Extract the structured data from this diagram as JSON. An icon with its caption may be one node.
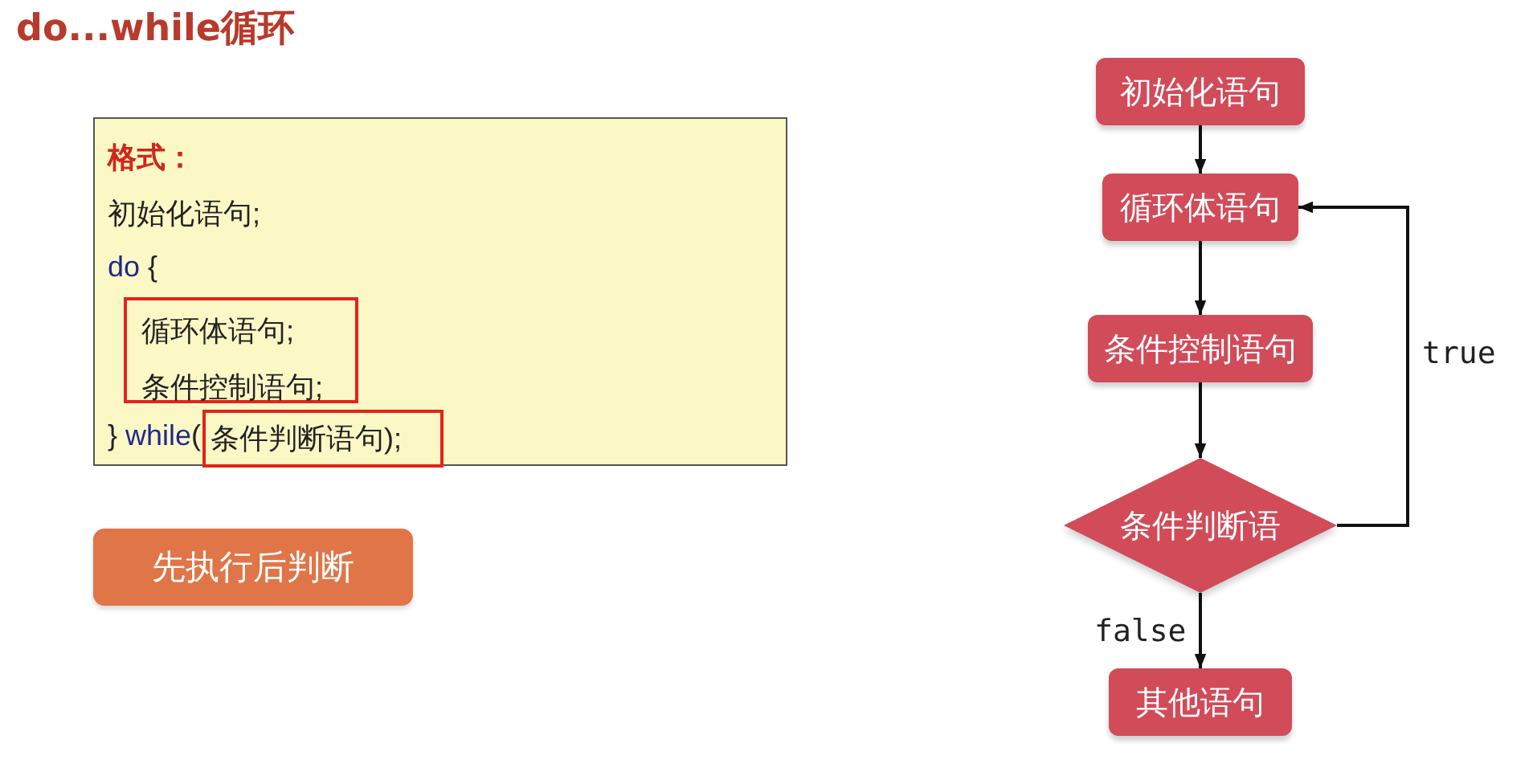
{
  "diagram": {
    "title": "do...while循环",
    "nodes": [
      {
        "text": [
          "格式：",
          "初始化语句;",
          "do {",
          "} while("
        ]
      },
      {
        "text": [
          "循环体语句;",
          "条件控制语句;"
        ],
        "in": 0
      },
      {
        "text": [
          "条件判断语句);"
        ],
        "in": 0
      },
      {
        "text": [
          "先执行后判断"
        ]
      },
      {
        "text": [
          "初始化语句"
        ]
      },
      {
        "text": [
          "循环体语句"
        ]
      },
      {
        "text": [
          "条件控制语句"
        ]
      },
      {
        "text": [
          "条件判断语"
        ]
      },
      {
        "text": [
          "其他语句"
        ]
      }
    ],
    "edges": [
      {
        "from": 4,
        "to": 5,
        "arrow": "to"
      },
      {
        "from": 5,
        "to": 6,
        "arrow": "to"
      },
      {
        "from": 6,
        "to": 7,
        "arrow": "to"
      },
      {
        "from": 7,
        "to": 5,
        "arrow": "to",
        "label": "true"
      },
      {
        "from": 7,
        "to": 8,
        "arrow": "to",
        "label": "false"
      }
    ]
  }
}
